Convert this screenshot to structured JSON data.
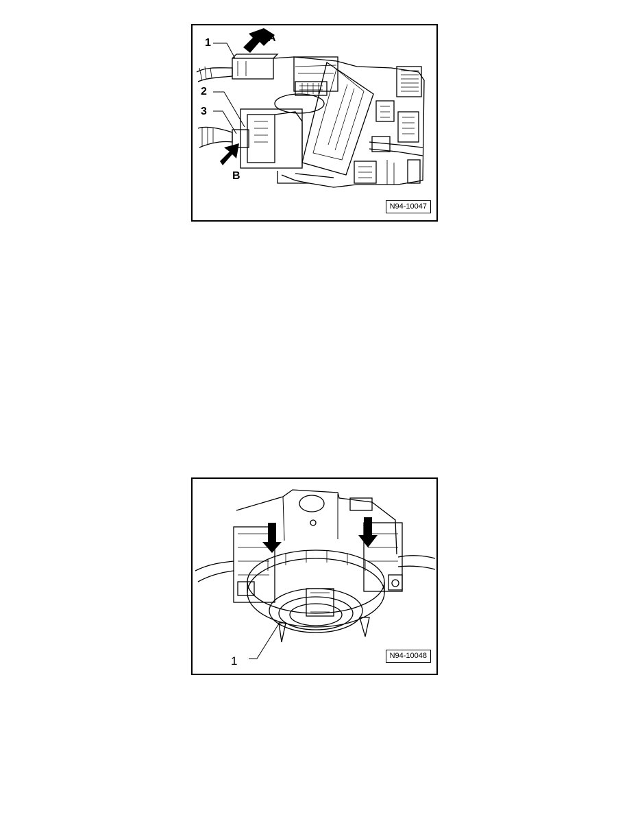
{
  "figures": [
    {
      "id_label": "N94-10047",
      "callouts": {
        "num1": "1",
        "num2": "2",
        "num3": "3",
        "letterA": "A",
        "letterB": "B"
      }
    },
    {
      "id_label": "N94-10048",
      "callouts": {
        "num1": "1"
      }
    }
  ]
}
